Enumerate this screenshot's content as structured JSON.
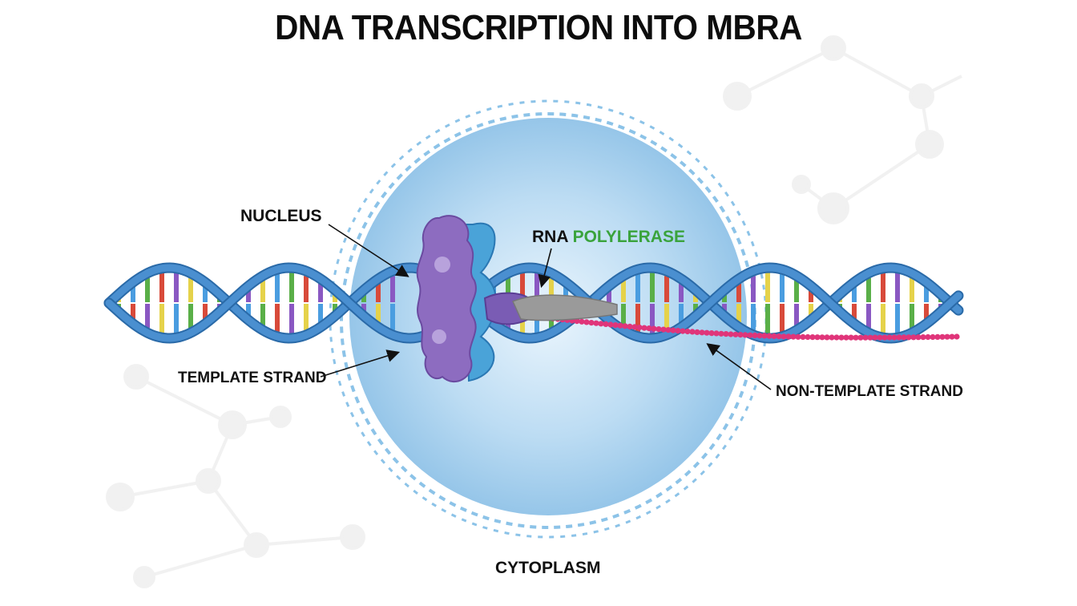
{
  "title": "DNA TRANSCRIPTION INTO MBRA",
  "labels": {
    "nucleus": "NUCLEUS",
    "rna_polymerase_prefix": "RNA",
    "rna_polymerase_accent": "POLYLERASE",
    "template_strand": "TEMPLATE STRAND",
    "non_template_strand": "NON-TEMPLATE STRAND",
    "cytoplasm": "CYTOPLASM"
  },
  "colors": {
    "strand_blue": "#4a8fd0",
    "strand_outline": "#2a6aa8",
    "nucleus_fill": "#a9d2ef",
    "nucleus_border": "#7fb8e0",
    "polymerase_purple": "#8d6cc0",
    "polymerase_blue": "#4aa3d8",
    "mrna_pink": "#e0357a",
    "accent_green": "#3aa33c",
    "base_colors": [
      "#e5d24a",
      "#4a9de0",
      "#5aaf48",
      "#d84a3a",
      "#8a58c2"
    ]
  },
  "icons": {
    "background": "molecule-network-icon"
  }
}
